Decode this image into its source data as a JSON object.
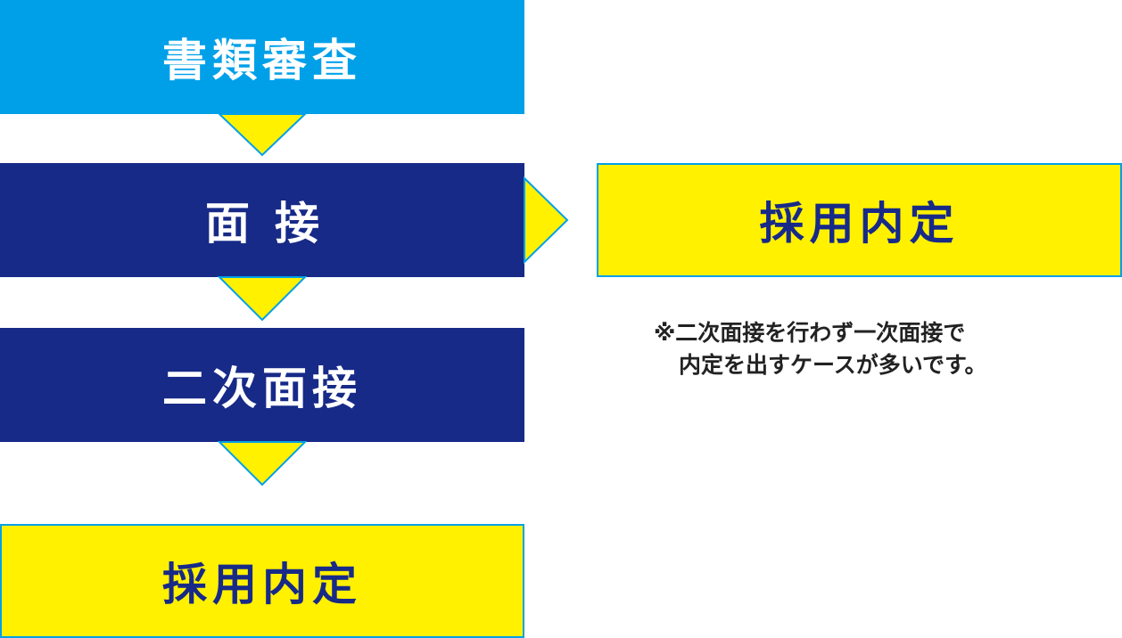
{
  "flow": {
    "steps": [
      {
        "label": "書類審査"
      },
      {
        "label": "面接"
      },
      {
        "label": "二次面接"
      },
      {
        "label": "採用内定"
      }
    ],
    "side_result": {
      "label": "採用内定"
    },
    "note": {
      "line1": "※二次面接を行わず一次面接で",
      "line2": "内定を出すケースが多いです。"
    }
  },
  "colors": {
    "light_blue": "#00A0E9",
    "navy": "#172A88",
    "yellow": "#FFF100",
    "note_text": "#222222"
  }
}
